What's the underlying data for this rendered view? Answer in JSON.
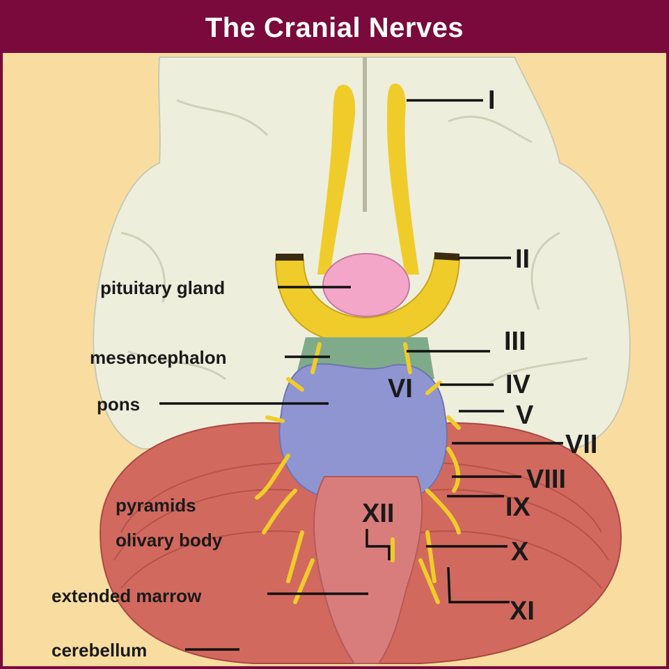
{
  "title": "The Cranial Nerves",
  "colors": {
    "frame": "#7a0a3c",
    "background": "#f9dda0",
    "cerebrum": "#eeeedd",
    "cerebellum": "#d2695e",
    "nerve": "#f0cc2a",
    "pituitary": "#f4a6c8",
    "mesencephalon": "#7fab8a",
    "pons": "#8f95d0",
    "medulla": "#d97c7c"
  },
  "structure_labels": {
    "pituitary_gland": "pituitary gland",
    "mesencephalon": "mesencephalon",
    "pons": "pons",
    "pyramids": "pyramids",
    "olivary_body": "olivary body",
    "extended_marrow": "extended marrow",
    "cerebellum": "cerebellum"
  },
  "nerve_labels": {
    "I": "I",
    "II": "II",
    "III": "III",
    "IV": "IV",
    "V": "V",
    "VI": "VI",
    "VII": "VII",
    "VIII": "VIII",
    "IX": "IX",
    "X": "X",
    "XI": "XI",
    "XII": "XII"
  }
}
